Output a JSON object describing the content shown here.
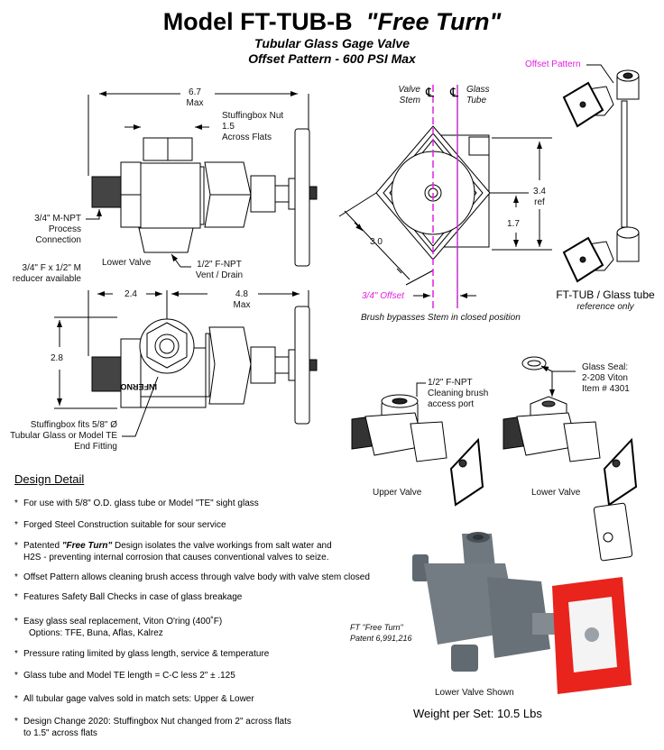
{
  "header": {
    "model": "Model FT-TUB-B",
    "nickname": "\"Free Turn\"",
    "subtitle1": "Tubular Glass Gage Valve",
    "subtitle2": "Offset Pattern - 600 PSI Max"
  },
  "side_view": {
    "overall_dim": "6.7",
    "overall_dim_note": "Max",
    "nut_label": "Stuffingbox Nut",
    "nut_dim": "1.5",
    "nut_note": "Across Flats",
    "process_label_1": "3/4\" M-NPT",
    "process_label_2": "Process",
    "process_label_3": "Connection",
    "reducer_1": "3/4\" F x 1/2\" M",
    "reducer_2": "reducer available",
    "lower_valve": "Lower Valve",
    "drain_1": "1/2\" F-NPT",
    "drain_2": "Vent / Drain"
  },
  "top_view": {
    "dim_left": "2.4",
    "dim_right": "4.8",
    "dim_right_note": "Max",
    "dim_height": "2.8",
    "stuffing_1": "Stuffingbox fits 5/8\" Ø",
    "stuffing_2": "Tubular Glass or Model TE",
    "stuffing_3": "End Fitting",
    "brand": "INFERNO"
  },
  "end_view": {
    "valve_stem_1": "Valve",
    "valve_stem_2": "Stem",
    "glass_tube_1": "Glass",
    "glass_tube_2": "Tube",
    "centerline_symbol": "℄",
    "dim_handle": "3.0",
    "dim_total": "3.4",
    "dim_total_note": "ref",
    "dim_half": "1.7",
    "offset_label": "3/4\" Offset",
    "brush_note": "Brush bypasses Stem in closed position"
  },
  "assembly": {
    "offset_pattern": "Offset Pattern",
    "caption": "FT-TUB / Glass tube",
    "caption_note": "reference only"
  },
  "iso_views": {
    "upper_port_1": "1/2\" F-NPT",
    "upper_port_2": "Cleaning brush",
    "upper_port_3": "access port",
    "upper_label": "Upper Valve",
    "seal_1": "Glass Seal:",
    "seal_2": "2-208 Viton",
    "seal_3": "Item # 4301",
    "lower_label": "Lower Valve"
  },
  "design_detail": {
    "title": "Design Detail",
    "bullets": [
      {
        "text": "For use with 5/8\" O.D. glass tube or Model \"TE\" sight glass"
      },
      {
        "text": "Forged Steel Construction suitable for sour service"
      },
      {
        "pre": "Patented ",
        "em": "\"Free Turn\"",
        "post": " Design isolates the valve workings from salt water and",
        "cont": "H2S - preventing internal corrosion that causes conventional valves to seize."
      },
      {
        "text": "Offset Pattern allows cleaning brush access through valve body with valve stem closed"
      },
      {
        "text": "Features Safety Ball Checks in case of glass breakage"
      },
      {
        "text": "Easy glass seal replacement, Viton O'ring (400˚F)",
        "cont": "Options: TFE, Buna, Aflas, Kalrez"
      },
      {
        "text": "Pressure rating limited by glass length, service & temperature"
      },
      {
        "text": "Glass tube and Model TE length = C-C less 2\" ± .125"
      },
      {
        "text": "All tubular gage valves sold in match sets: Upper & Lower"
      },
      {
        "text": "Design Change 2020: Stuffingbox Nut changed from 2\" across flats",
        "cont": "to 1.5\" across flats"
      }
    ],
    "star": "*"
  },
  "photo": {
    "patent_1": "FT  \"Free Turn\"",
    "patent_2": "Patent 6,991,216",
    "caption": "Lower Valve Shown",
    "weight": "Weight per Set: 10.5 Lbs"
  },
  "colors": {
    "magenta": "#e020e0",
    "handle_red": "#e8241c",
    "body_gray": "#6f787e"
  }
}
